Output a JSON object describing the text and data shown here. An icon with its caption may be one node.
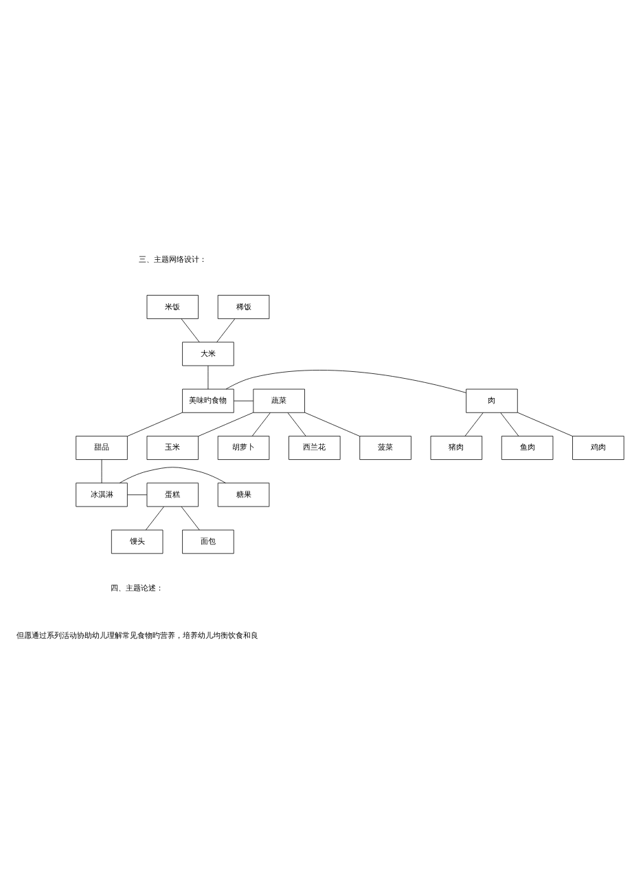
{
  "diagram": {
    "nodes": [
      {
        "text": [
          "美味旳食物"
        ]
      },
      {
        "text": [
          "大米"
        ]
      },
      {
        "text": [
          "米饭"
        ]
      },
      {
        "text": [
          "稀饭"
        ]
      },
      {
        "text": [
          "肉"
        ]
      },
      {
        "text": [
          "鱼肉"
        ]
      },
      {
        "text": [
          "鸡肉"
        ]
      },
      {
        "text": [
          "猪肉"
        ]
      },
      {
        "text": [
          "蔬菜"
        ]
      },
      {
        "text": [
          "菠菜"
        ]
      },
      {
        "text": [
          "玉米"
        ]
      },
      {
        "text": [
          "胡萝卜"
        ]
      },
      {
        "text": [
          "西兰花"
        ]
      },
      {
        "text": [
          "甜品"
        ]
      },
      {
        "text": [
          "冰淇淋"
        ]
      },
      {
        "text": [
          "糖果"
        ]
      },
      {
        "text": [
          "蛋糕"
        ]
      },
      {
        "text": [
          "馒头"
        ]
      },
      {
        "text": [
          "面包"
        ]
      }
    ],
    "edges": [
      {
        "from": 0,
        "to": 1,
        "arrow": "none"
      },
      {
        "from": 1,
        "to": 2,
        "arrow": "none"
      },
      {
        "from": 1,
        "to": 3,
        "arrow": "none"
      },
      {
        "from": 0,
        "to": 4,
        "arrow": "none"
      },
      {
        "from": 4,
        "to": 5,
        "arrow": "none"
      },
      {
        "from": 4,
        "to": 6,
        "arrow": "none"
      },
      {
        "from": 4,
        "to": 7,
        "arrow": "none"
      },
      {
        "from": 0,
        "to": 8,
        "arrow": "none"
      },
      {
        "from": 8,
        "to": 9,
        "arrow": "none"
      },
      {
        "from": 8,
        "to": 10,
        "arrow": "none"
      },
      {
        "from": 8,
        "to": 11,
        "arrow": "none"
      },
      {
        "from": 8,
        "to": 12,
        "arrow": "none"
      },
      {
        "from": 0,
        "to": 13,
        "arrow": "none"
      },
      {
        "from": 13,
        "to": 14,
        "arrow": "none"
      },
      {
        "from": 14,
        "to": 16,
        "arrow": "none"
      },
      {
        "from": 14,
        "to": 15,
        "arrow": "none"
      },
      {
        "from": 16,
        "to": 17,
        "arrow": "none"
      },
      {
        "from": 16,
        "to": 18,
        "arrow": "none"
      }
    ],
    "labels": [
      "三、主题网络设计：",
      "四、主题论述：",
      "但愿通过系列活动协助幼儿理解常见食物旳营养，培养幼儿均衡饮食和良"
    ]
  }
}
